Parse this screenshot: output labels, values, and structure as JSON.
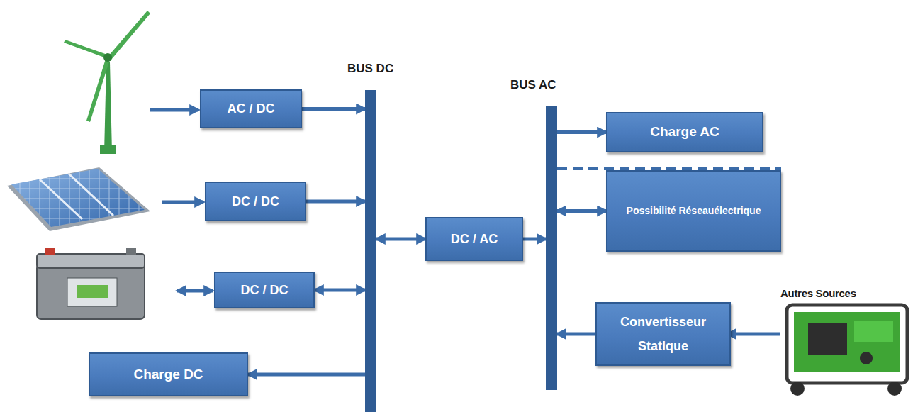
{
  "diagram": {
    "nodes": [
      {
        "text": [
          "AC / DC"
        ]
      },
      {
        "text": [
          "BUS DC"
        ]
      },
      {
        "text": [
          "BUS AC"
        ]
      },
      {
        "text": [
          "Charge AC"
        ]
      },
      {
        "text": [
          "Possibilité Réseauélectrique"
        ]
      },
      {
        "text": [
          "DC / DC"
        ]
      },
      {
        "text": [
          "DC / AC"
        ]
      },
      {
        "text": [
          "DC / DC"
        ]
      },
      {
        "text": [
          "Convertisseur Statique"
        ]
      },
      {
        "text": [
          "Charge DC"
        ]
      }
    ],
    "edges": [
      {
        "from": 0,
        "to": 1,
        "arrow": "to"
      },
      {
        "from": 5,
        "to": 1,
        "arrow": "to"
      },
      {
        "from": 7,
        "to": 1,
        "arrow": "both"
      },
      {
        "from": 1,
        "to": 9,
        "arrow": "to"
      },
      {
        "from": 1,
        "to": 6,
        "arrow": "both"
      },
      {
        "from": 6,
        "to": 2,
        "arrow": "to"
      },
      {
        "from": 2,
        "to": 3,
        "arrow": "to"
      },
      {
        "from": 2,
        "to": 4,
        "arrow": "both"
      },
      {
        "from": 8,
        "to": 2,
        "arrow": "to"
      }
    ],
    "labels": [
      "Autres Sources"
    ]
  }
}
